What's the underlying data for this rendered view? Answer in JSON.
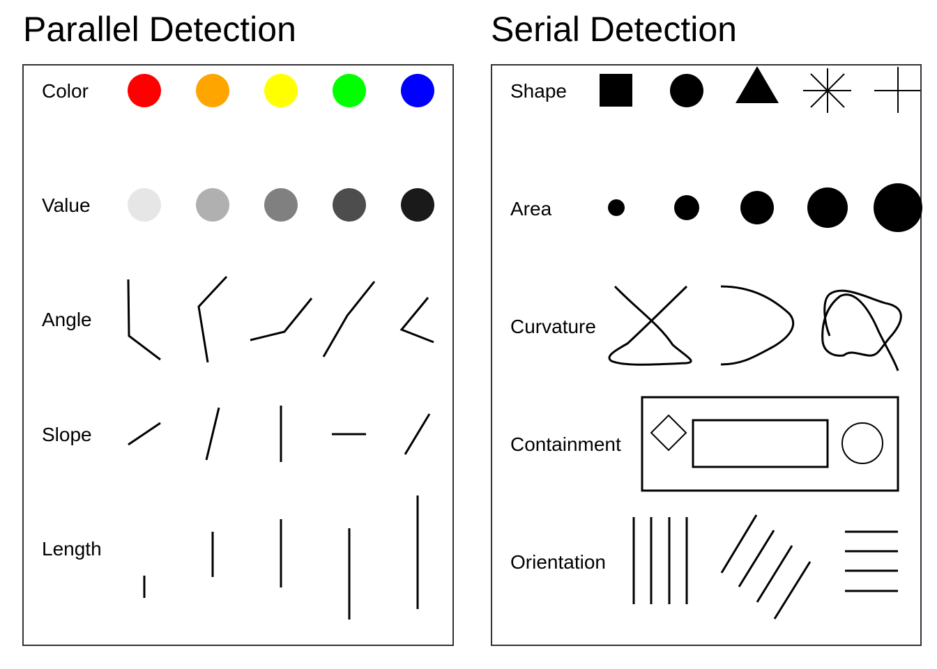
{
  "parallel": {
    "title": "Parallel Detection",
    "rows": {
      "color": "Color",
      "value": "Value",
      "angle": "Angle",
      "slope": "Slope",
      "length": "Length"
    },
    "colors": [
      "#ff0000",
      "#ffa500",
      "#ffff00",
      "#00ff00",
      "#0000ff"
    ],
    "values": [
      "#e6e6e6",
      "#b0b0b0",
      "#808080",
      "#4d4d4d",
      "#1a1a1a"
    ]
  },
  "serial": {
    "title": "Serial Detection",
    "rows": {
      "shape": "Shape",
      "area": "Area",
      "curvature": "Curvature",
      "containment": "Containment",
      "orientation": "Orientation"
    },
    "shapes": [
      "square-icon",
      "circle-icon",
      "triangle-icon",
      "asterisk-icon",
      "plus-icon"
    ]
  }
}
